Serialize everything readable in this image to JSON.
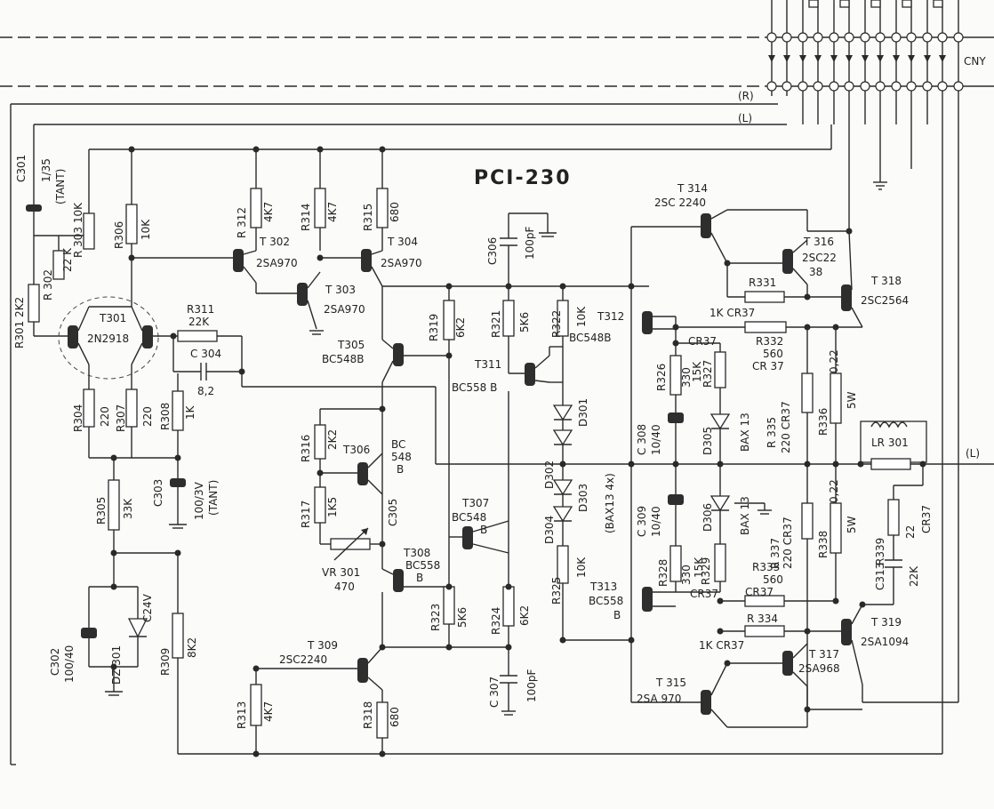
{
  "board": {
    "title": "PCI-230"
  },
  "connector": {
    "label": "CNY",
    "right_label": "(R)",
    "left_label": "(L)",
    "output_label": "(L)"
  },
  "parts": {
    "C301": [
      "C301",
      "1/35",
      "(TANT)"
    ],
    "R303": [
      "R 303 10K"
    ],
    "R302": [
      "R 302",
      "22 K"
    ],
    "R301": [
      "R301 2K2"
    ],
    "R306": [
      "R306",
      "10K"
    ],
    "T301": [
      "T301",
      "2N2918"
    ],
    "R311": [
      "R311",
      "22K"
    ],
    "C304": [
      "C 304",
      "8,2"
    ],
    "R304": [
      "R304",
      "220"
    ],
    "R307": [
      "R307",
      "220"
    ],
    "R308": [
      "R308",
      "1K"
    ],
    "C303": [
      "C303",
      "100/3V",
      "(TANT)"
    ],
    "R305": [
      "R305",
      "33K"
    ],
    "C302": [
      "C302",
      "100/40"
    ],
    "DZ301": [
      "DZ 301",
      "C24V"
    ],
    "R309": [
      "R309",
      "8K2"
    ],
    "R312": [
      "R 312",
      "4K7"
    ],
    "R314": [
      "R314",
      "4K7"
    ],
    "R315": [
      "R315",
      "680"
    ],
    "T302": [
      "T 302",
      "2SA970"
    ],
    "T304": [
      "T 304",
      "2SA970"
    ],
    "T303": [
      "T 303",
      "2SA970"
    ],
    "T305": [
      "T305",
      "BC548B"
    ],
    "R316": [
      "R316",
      "2K2"
    ],
    "T306": [
      "T306",
      "BC",
      "548",
      "B"
    ],
    "C305": [
      "C305"
    ],
    "R317": [
      "R317",
      "1K5"
    ],
    "VR301": [
      "VR 301",
      "470"
    ],
    "T308": [
      "T308",
      "BC558",
      "B"
    ],
    "T309": [
      "T 309",
      "2SC2240"
    ],
    "R313": [
      "R313",
      "4K7"
    ],
    "R318": [
      "R318",
      "680"
    ],
    "R319": [
      "R319",
      "6K2"
    ],
    "C306": [
      "C306",
      "100pF"
    ],
    "R321": [
      "R321",
      "5K6"
    ],
    "R322": [
      "R322",
      "10K"
    ],
    "T311": [
      "T311",
      "BC558 B"
    ],
    "T307": [
      "T307",
      "BC548",
      "B"
    ],
    "D301": [
      "D301"
    ],
    "D302": [
      "D302"
    ],
    "D303": [
      "D303"
    ],
    "D304": [
      "D304"
    ],
    "D_series": [
      "(BAX13  4x)"
    ],
    "R323": [
      "R323",
      "5K6"
    ],
    "R324": [
      "R324",
      "6K2"
    ],
    "R325": [
      "R325",
      "10K"
    ],
    "C307": [
      "C 307",
      "100pF"
    ],
    "T312": [
      "T312",
      "BC548B"
    ],
    "T313": [
      "T313",
      "BC558",
      "B"
    ],
    "T314": [
      "T 314",
      "2SC 2240"
    ],
    "T316": [
      "T 316",
      "2SC22",
      "38"
    ],
    "T318": [
      "T 318",
      "2SC2564"
    ],
    "R331": [
      "R331",
      "1K CR37"
    ],
    "R332": [
      "R332",
      "560",
      "CR 37"
    ],
    "R326": [
      "R326",
      "330"
    ],
    "R327": [
      "R327",
      "15K",
      "CR37"
    ],
    "C308": [
      "C 308",
      "10/40"
    ],
    "D305": [
      "D305",
      "BAX 13"
    ],
    "R335": [
      "R 335",
      "220 CR37"
    ],
    "R336": [
      "R336",
      "0,22",
      "5W"
    ],
    "LR301": [
      "LR 301"
    ],
    "C309": [
      "C 309",
      "10/40"
    ],
    "D306": [
      "D306",
      "BAX 13"
    ],
    "R328": [
      "R328",
      "330"
    ],
    "R329": [
      "R329",
      "15K",
      "CR37"
    ],
    "R333": [
      "R333",
      "560",
      "CR37"
    ],
    "R337": [
      "R 337",
      "220 CR37"
    ],
    "R338": [
      "R338",
      "0,22",
      "5W"
    ],
    "R339": [
      "R339",
      "22",
      "CR37"
    ],
    "C313": [
      "C313",
      "22K"
    ],
    "R334": [
      "R 334",
      "1K CR37"
    ],
    "T315": [
      "T 315",
      "2SA 970"
    ],
    "T317": [
      "T 317",
      "2SA968"
    ],
    "T319": [
      "T 319",
      "2SA1094"
    ]
  }
}
